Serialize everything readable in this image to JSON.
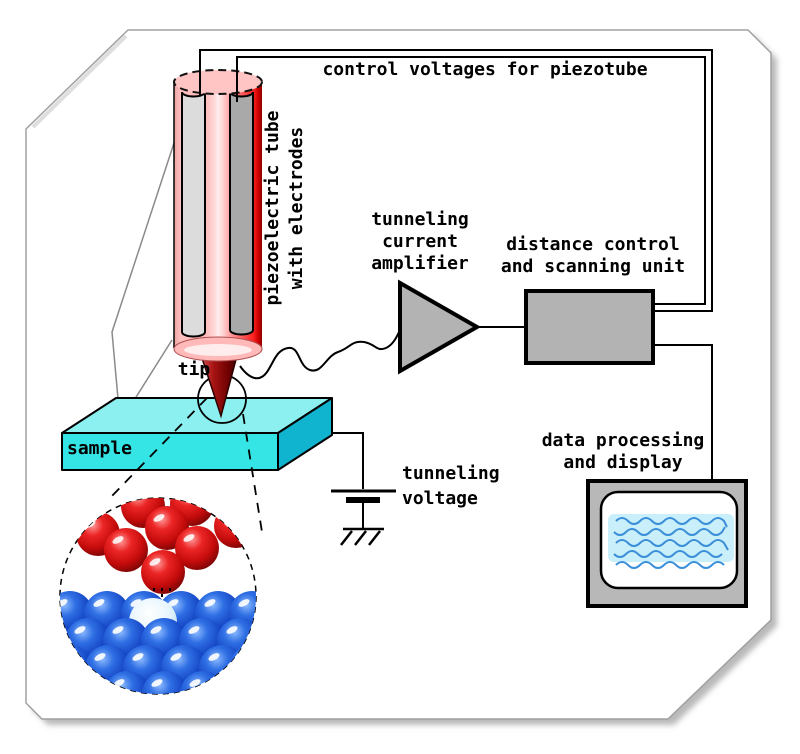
{
  "diagram": {
    "labels": {
      "control_voltages": "control voltages for piezotube",
      "piezo_tube": "piezoelectric tube\nwith electrodes",
      "amplifier": "tunneling\ncurrent\namplifier",
      "distance_unit": "distance control\nand scanning unit",
      "tip": "tip",
      "sample": "sample",
      "tunneling_voltage": "tunneling\nvoltage",
      "data_display": "data processing\nand display"
    },
    "colors": {
      "wire": "#000000",
      "unit_fill": "#b3b3b3",
      "monitor_bezel": "#b8b8b8",
      "tube_pink": "#ffc4c4",
      "tube_red": "#cc0000",
      "electrode_light": "#dcdcdc",
      "electrode_dark": "#a9a9a9",
      "tip_cone_dark": "#8f0e0e",
      "sample_top": "#8df0f0",
      "sample_front": "#35e4e4",
      "sample_side": "#10b4cf",
      "tip_atoms": "#cc1111",
      "surface_atoms": "#1a52cc",
      "highlight_atom": "#e8f6fd",
      "screen_fill": "#c9effa",
      "screen_waves": "#3b8ed8"
    }
  }
}
